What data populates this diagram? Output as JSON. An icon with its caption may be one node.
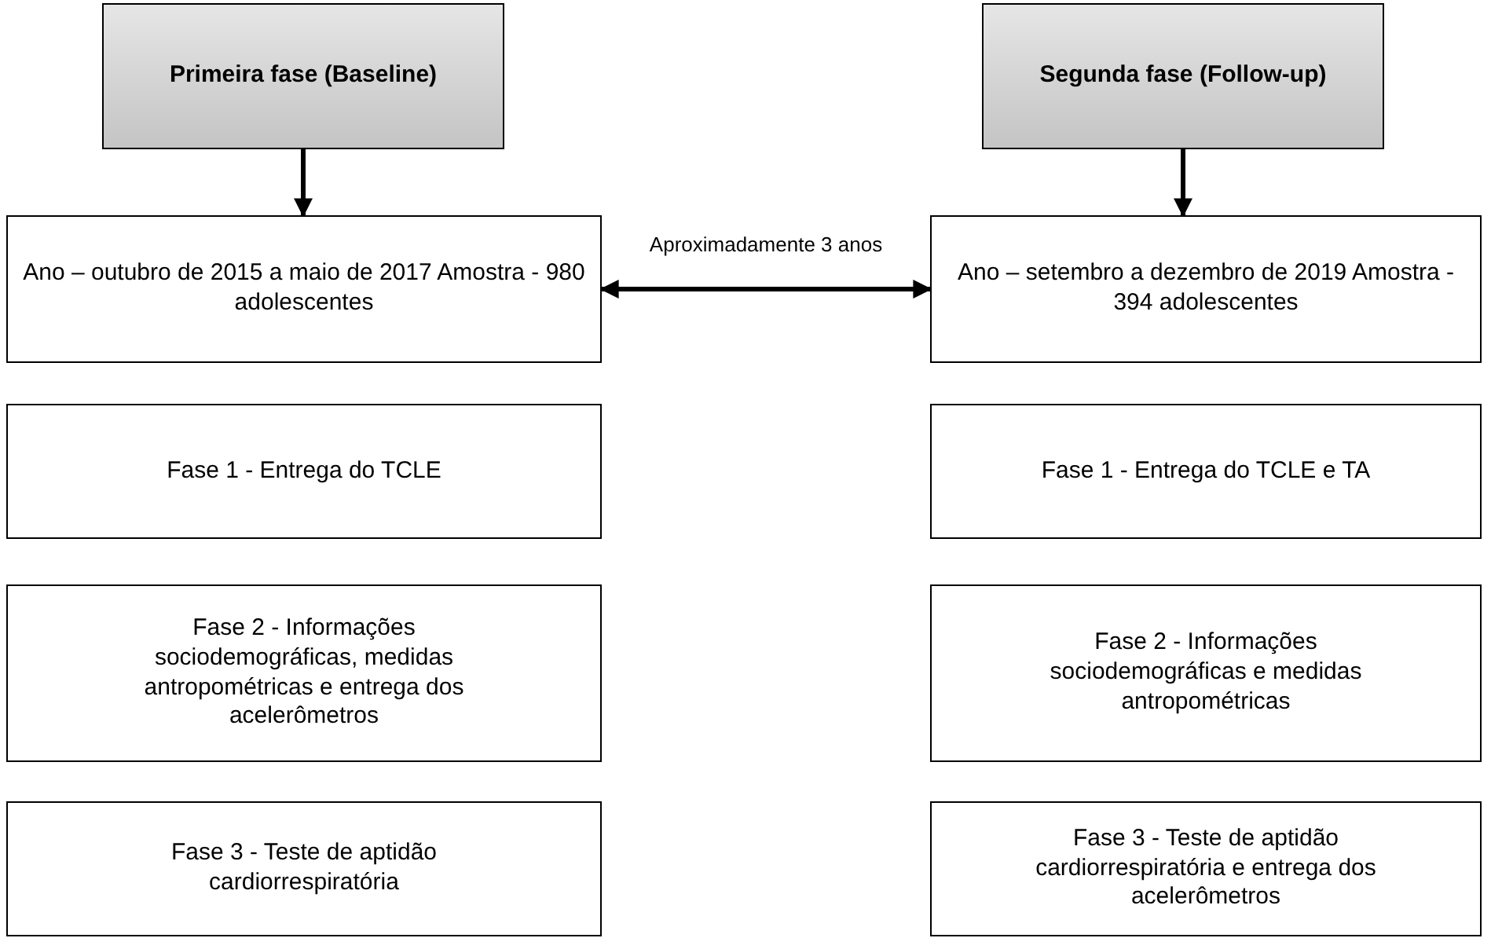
{
  "diagram": {
    "nodes": [
      {
        "text": [
          "Primeira fase (Baseline)"
        ]
      },
      {
        "text": [
          "Segunda fase (Follow-up)"
        ]
      },
      {
        "text": [
          "Ano – outubro de 2015 a maio de 2017 Amostra - 980 adolescentes"
        ]
      },
      {
        "text": [
          "Ano – setembro a dezembro de 2019 Amostra - 394 adolescentes"
        ]
      },
      {
        "text": [
          "Fase 1 - Entrega do TCLE"
        ]
      },
      {
        "text": [
          "Fase 1 - Entrega do TCLE e TA"
        ]
      },
      {
        "text": [
          "Fase 2 - Informações sociodemográficas, medidas antropométricas e entrega dos acelerômetros"
        ]
      },
      {
        "text": [
          "Fase 2 - Informações sociodemográficas e medidas antropométricas"
        ]
      },
      {
        "text": [
          "Fase 3 - Teste de aptidão cardiorrespiratória"
        ]
      },
      {
        "text": [
          "Fase 3 - Teste de aptidão cardiorrespiratória e entrega dos acelerômetros"
        ]
      }
    ],
    "edges": [
      {
        "from": 0,
        "to": 2,
        "arrow": "to"
      },
      {
        "from": 1,
        "to": 3,
        "arrow": "to"
      },
      {
        "from": 2,
        "to": 3,
        "arrow": "both",
        "label": "Aproximadamente 3 anos"
      }
    ]
  }
}
